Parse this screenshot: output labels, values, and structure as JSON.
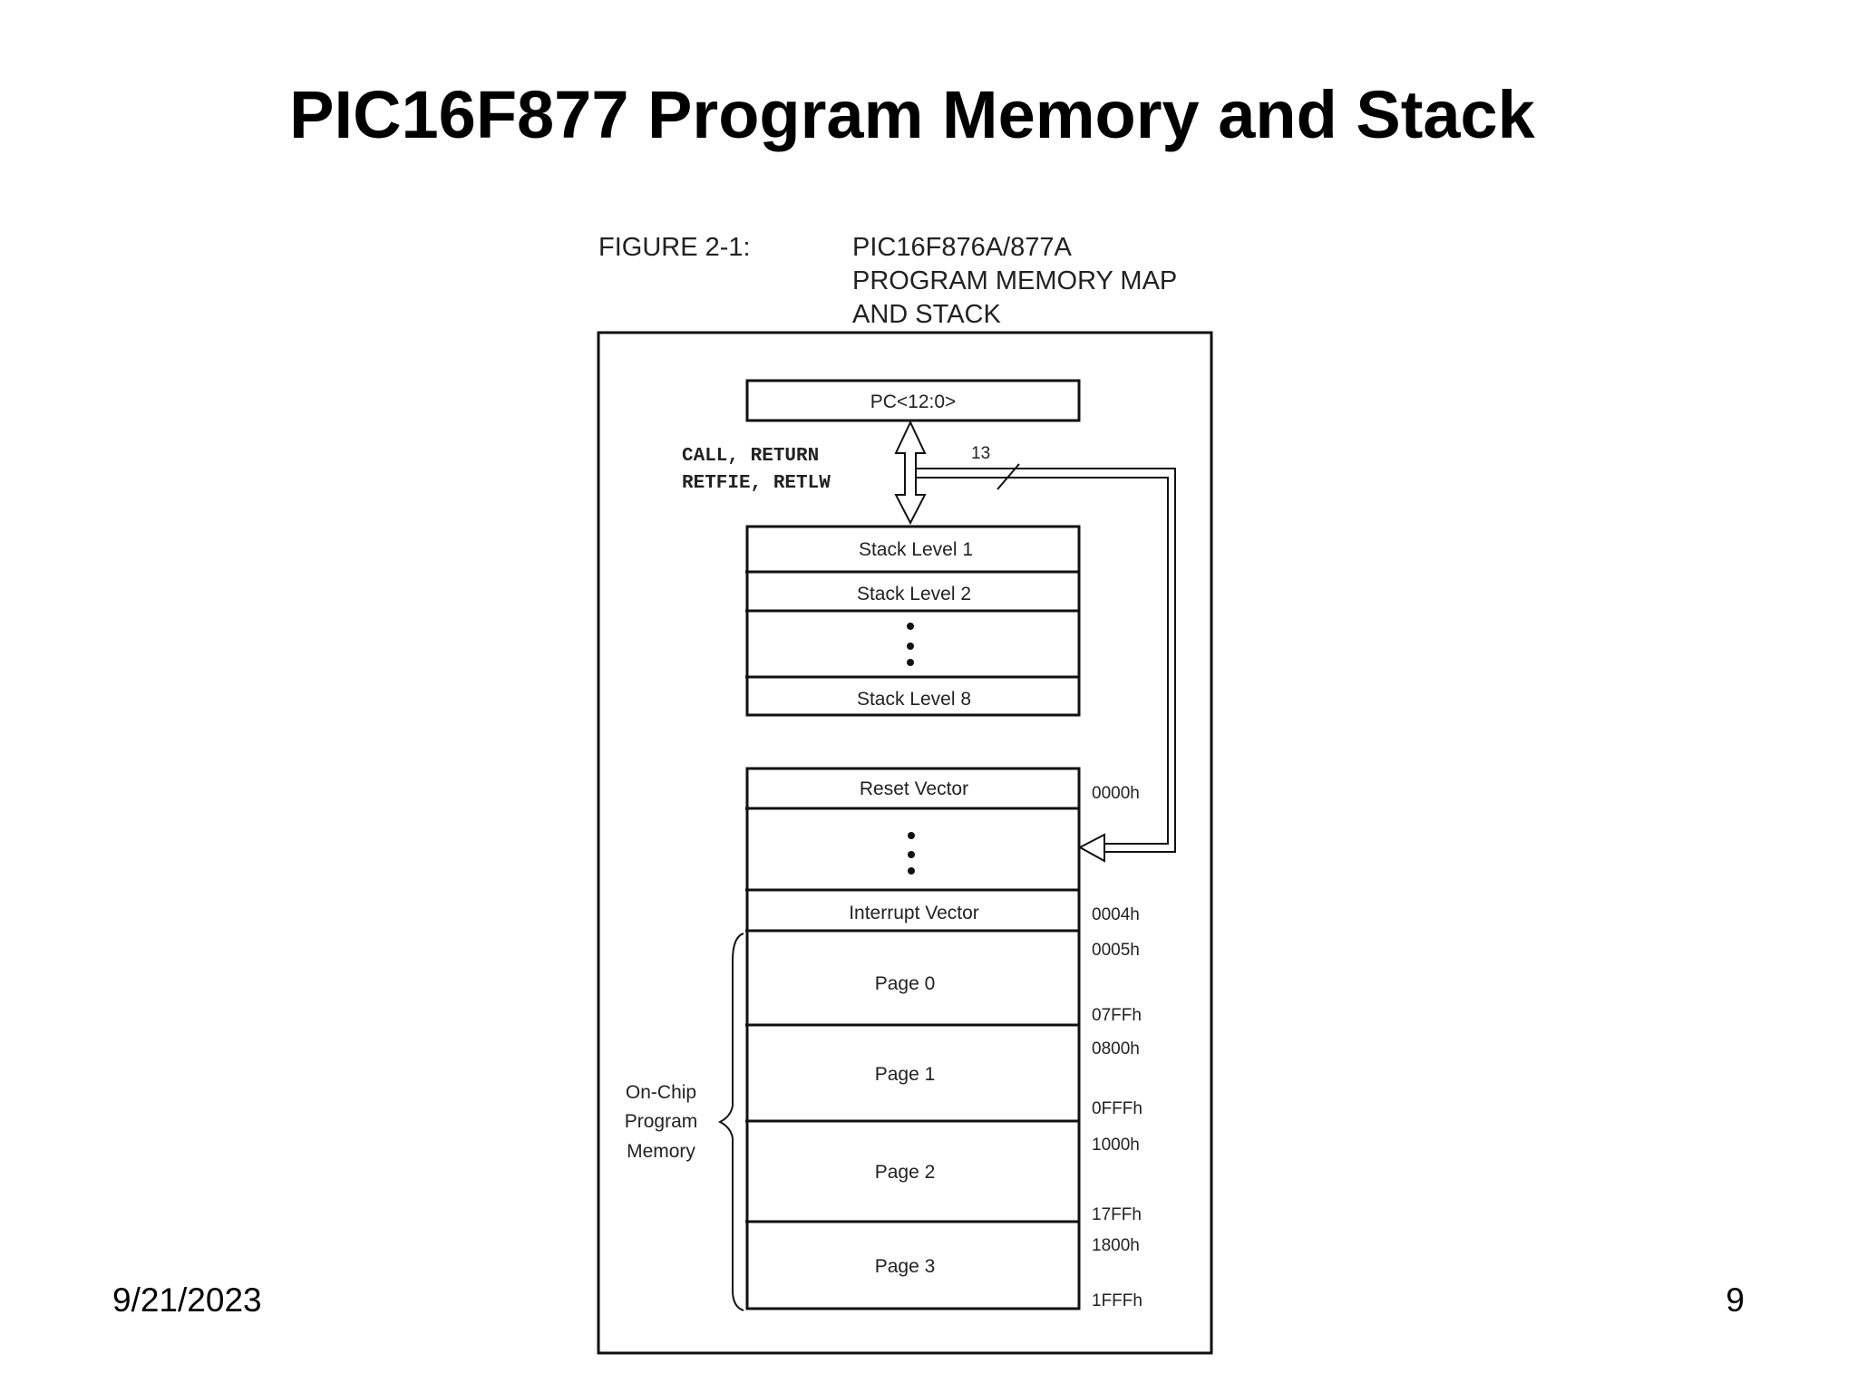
{
  "slide": {
    "title": "PIC16F877 Program Memory and Stack",
    "date": "9/21/2023",
    "page_number": "9"
  },
  "figure": {
    "label": "FIGURE 2-1:",
    "caption_lines": [
      "PIC16F876A/877A",
      "PROGRAM MEMORY MAP",
      "AND STACK"
    ],
    "pc": "PC<12:0>",
    "instructions": [
      "CALL, RETURN",
      "RETFIE, RETLW"
    ],
    "bus_width": "13",
    "stack": [
      "Stack Level 1",
      "Stack Level 2",
      "Stack Level 8"
    ],
    "memory": {
      "reset_vector": "Reset Vector",
      "interrupt_vector": "Interrupt Vector",
      "pages": [
        "Page 0",
        "Page 1",
        "Page 2",
        "Page 3"
      ],
      "group_label": [
        "On-Chip",
        "Program",
        "Memory"
      ],
      "addresses": [
        "0000h",
        "0004h",
        "0005h",
        "07FFh",
        "0800h",
        "0FFFh",
        "1000h",
        "17FFh",
        "1800h",
        "1FFFh"
      ]
    }
  }
}
